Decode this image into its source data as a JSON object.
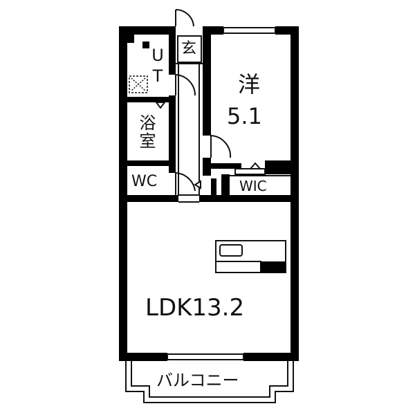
{
  "rooms": {
    "entrance": "玄",
    "utility": "UT",
    "bathroom": "浴室",
    "toilet": "WC",
    "western_room_name": "洋",
    "western_room_size": "5.1",
    "walk_in_closet": "WIC",
    "ldk": "LDK13.2",
    "balcony": "バルコニー"
  },
  "colors": {
    "wall": "#000000",
    "background": "#ffffff",
    "line": "#111111"
  }
}
